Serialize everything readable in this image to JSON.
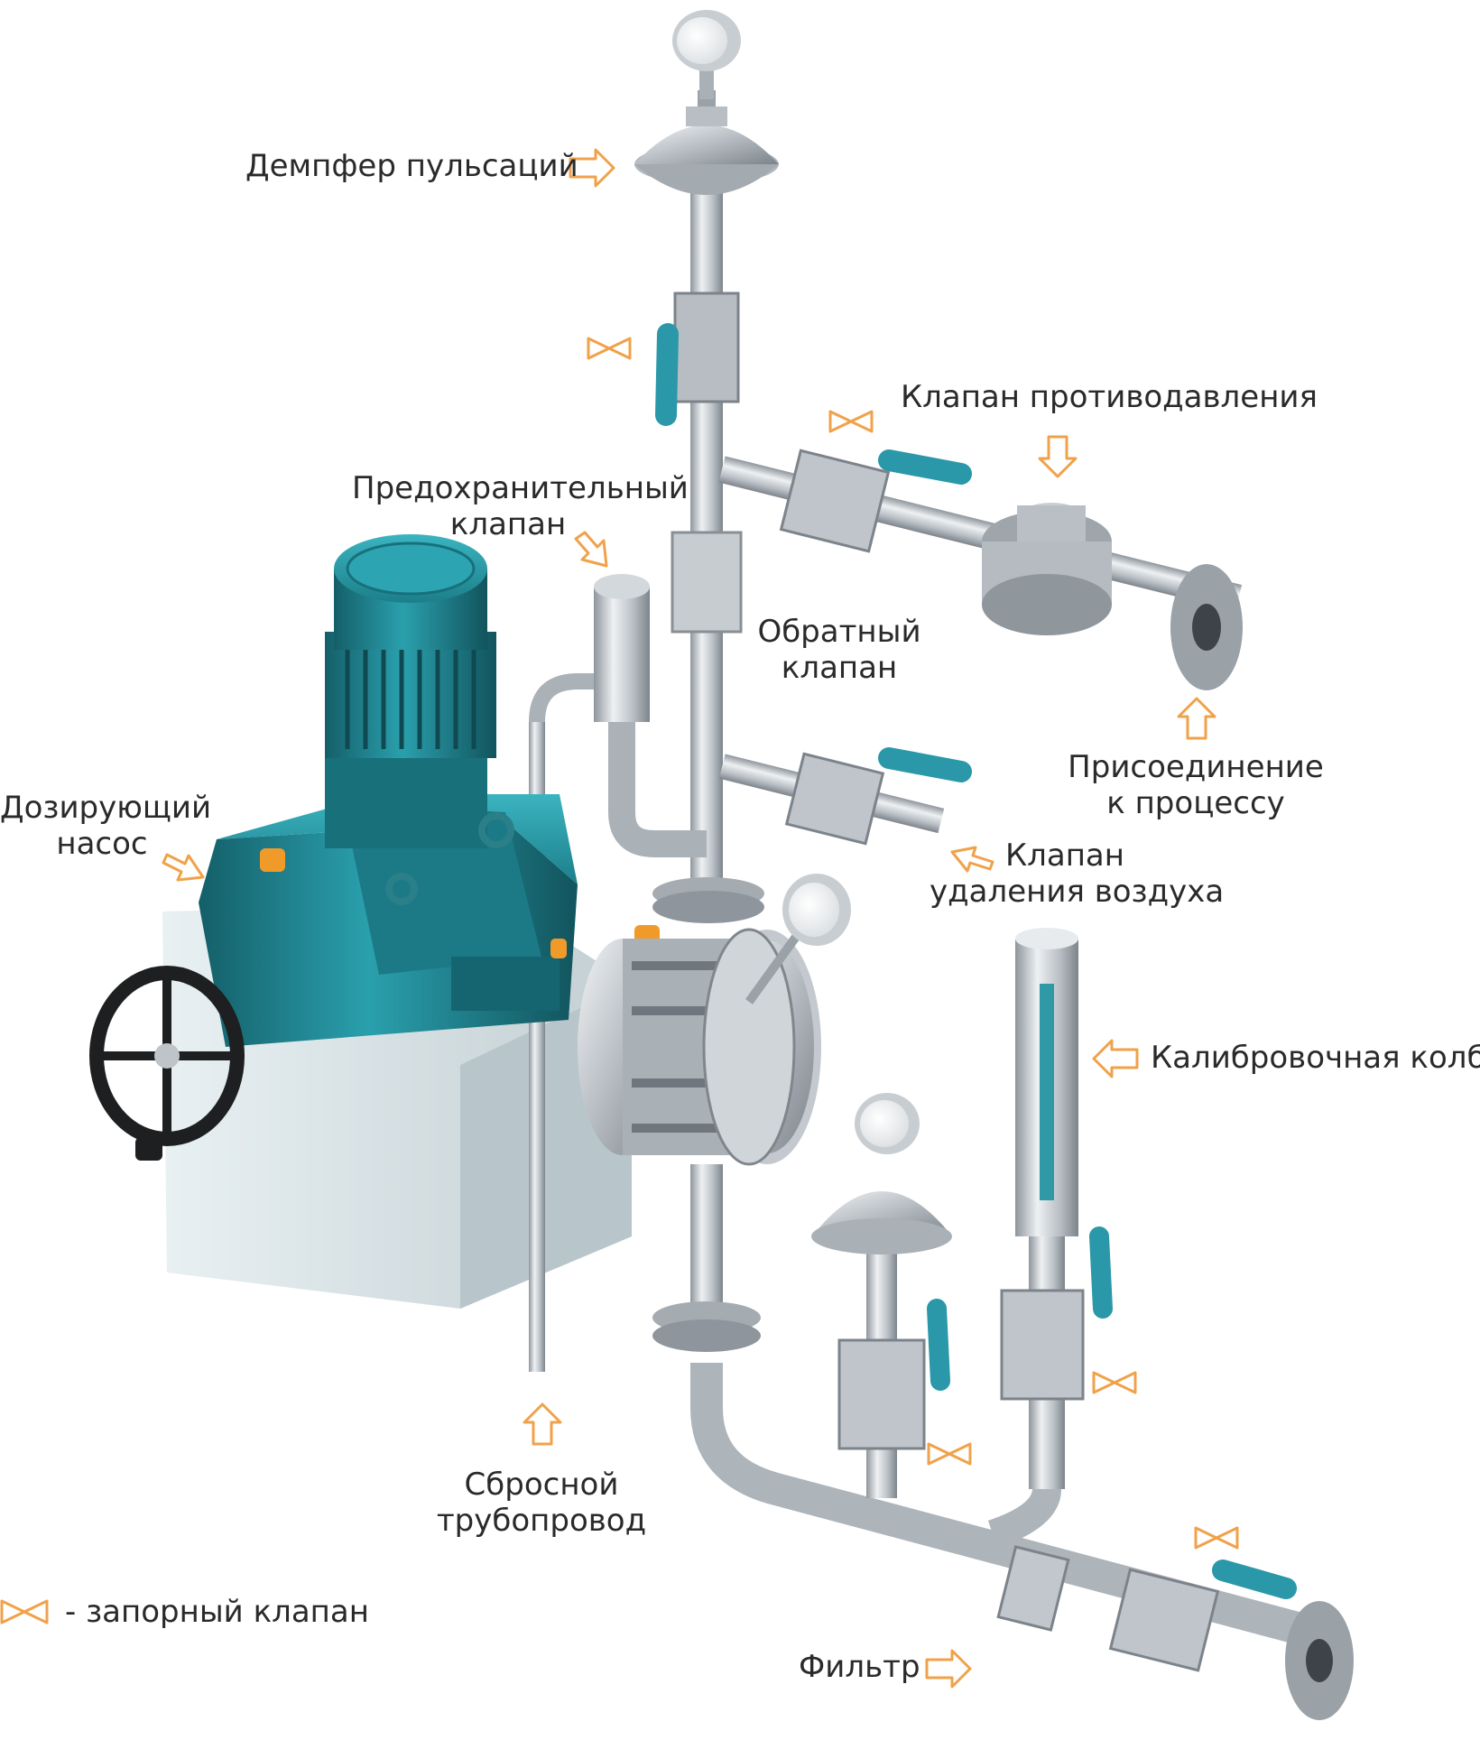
{
  "colors": {
    "accent_orange": "#f0a24a",
    "motor_teal": "#1f8a96",
    "steel": "#c9ced3",
    "handle_teal": "#2a98a8",
    "base_block": "#dde7ea",
    "text": "#2a2a2a"
  },
  "labels": {
    "dampener": "Демпфер пульсаций",
    "back_pressure_valve": "Клапан противодавления",
    "safety_valve_l1": "Предохранительный",
    "safety_valve_l2": "клапан",
    "check_valve_l1": "Обратный",
    "check_valve_l2": "клапан",
    "process_connection_l1": "Присоединение",
    "process_connection_l2": "к процессу",
    "metering_pump_l1": "Дозирующий",
    "metering_pump_l2": "насос",
    "air_release_valve_l1": "Клапан",
    "air_release_valve_l2": "удаления воздуха",
    "calibration_column": "Калибровочная колба",
    "relief_line_l1": "Сбросной",
    "relief_line_l2": "трубопровод",
    "filter": "Фильтр",
    "legend_shutoff": "- запорный клапан"
  },
  "icons": {
    "arrow": "arrow-icon",
    "shutoff_valve": "shutoff-valve-icon"
  }
}
